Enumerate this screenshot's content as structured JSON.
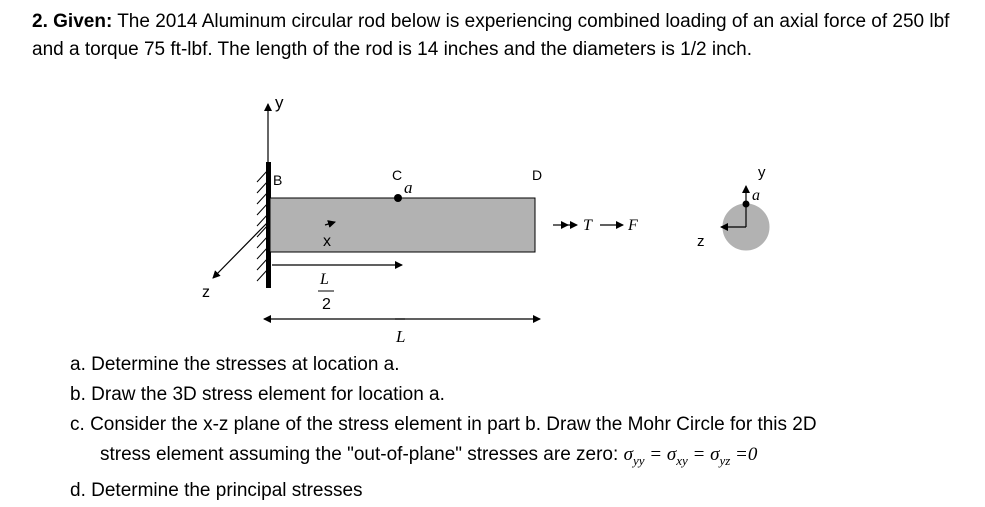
{
  "problem": {
    "number": "2.",
    "lead": "Given:",
    "text": "The 2014 Aluminum circular rod below is experiencing combined loading of an axial force of 250 lbf and a torque 75 ft-lbf.  The length of the rod is 14 inches and the diameters is 1/2 inch."
  },
  "figure": {
    "axis_y": "y",
    "axis_z": "z",
    "axis_x": "x",
    "point_b": "B",
    "point_c": "C",
    "point_d": "D",
    "location_a": "a",
    "half_length_num": "L",
    "half_length_den": "2",
    "full_length": "L",
    "torque": "T",
    "force": "F",
    "cross_section": {
      "y": "y",
      "z": "z",
      "a": "a"
    }
  },
  "parts": {
    "a": {
      "label": "a.",
      "text": "Determine the stresses at location a."
    },
    "b": {
      "label": "b.",
      "text": "Draw the 3D stress element for location a."
    },
    "c": {
      "label": "c.",
      "text": "Consider the x-z plane of the stress element in part b.  Draw the Mohr Circle for this 2D",
      "text2": "stress element assuming the \"out-of-plane\" stresses are zero:",
      "sigma": "σ",
      "sub_yy": "yy",
      "sub_xy": "xy",
      "sub_yz": "yz",
      "eq": "=",
      "eq_zero": "=0"
    },
    "d": {
      "label": "d.",
      "text": "Determine the principal stresses"
    }
  }
}
